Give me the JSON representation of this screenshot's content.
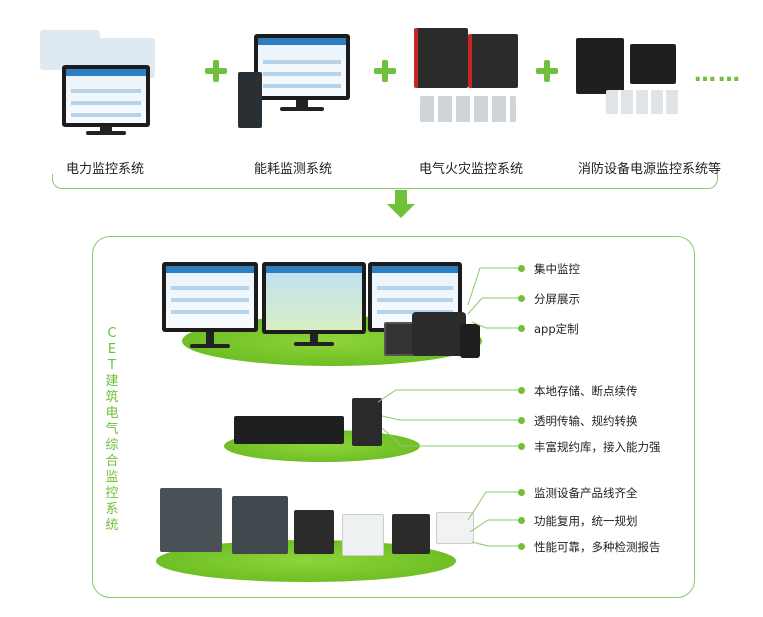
{
  "top": {
    "systems": [
      {
        "label": "电力监控系统"
      },
      {
        "label": "能耗监测系统"
      },
      {
        "label": "电气火灾监控系统"
      },
      {
        "label": "消防设备电源监控系统等"
      }
    ],
    "ellipsis": "……",
    "plus_icon": "plus-icon"
  },
  "panel": {
    "title": "CET建筑电气综合监控系统",
    "groups": [
      {
        "features": [
          "集中监控",
          "分屏展示",
          "app定制"
        ]
      },
      {
        "features": [
          "本地存储、断点续传",
          "透明传输、规约转换",
          "丰富规约库，接入能力强"
        ]
      },
      {
        "features": [
          "监测设备产品线齐全",
          "功能复用，统一规划",
          "性能可靠，多种检测报告"
        ]
      }
    ]
  },
  "colors": {
    "accent": "#6fc03a",
    "border": "#8cc866"
  }
}
